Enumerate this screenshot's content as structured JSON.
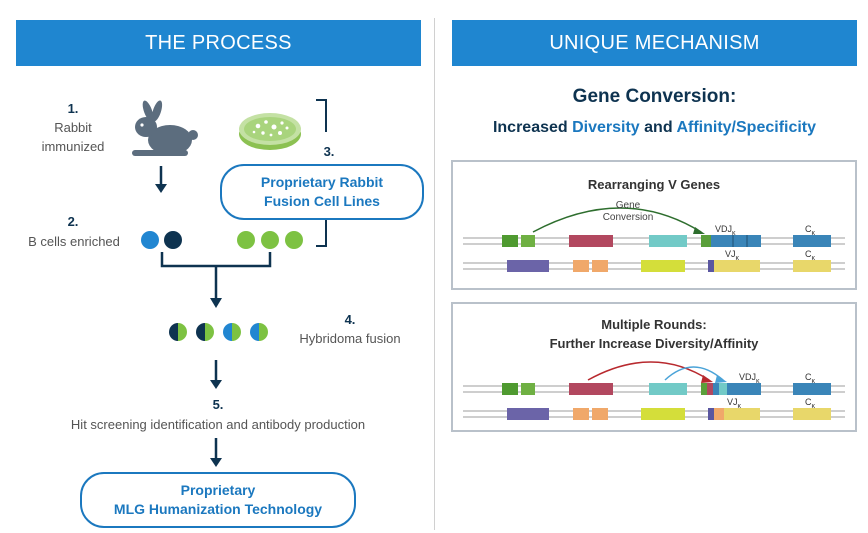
{
  "left": {
    "banner": "THE PROCESS",
    "step1": {
      "num": "1.",
      "text_line1": "Rabbit",
      "text_line2": "immunized"
    },
    "step2": {
      "num": "2.",
      "text": "B cells enriched"
    },
    "step3": {
      "num": "3.",
      "pill_line1": "Proprietary Rabbit",
      "pill_line2": "Fusion Cell Lines"
    },
    "step4": {
      "num": "4.",
      "text": "Hybridoma fusion"
    },
    "step5": {
      "num": "5.",
      "text": "Hit screening identification and antibody production"
    },
    "final_pill": {
      "line1": "Proprietary",
      "line2": "MLG Humanization Technology"
    }
  },
  "right": {
    "banner": "UNIQUE MECHANISM",
    "heading": "Gene Conversion:",
    "subheading": {
      "part1": "Increased ",
      "diversity": "Diversity",
      "part2": " and ",
      "affinity": "Affinity/Specificity"
    },
    "panel1": {
      "title": "Rearranging V Genes",
      "annotation_line1": "Gene",
      "annotation_line2": "Conversion",
      "vdj_label": "VDJ",
      "vdj_sub": "κ",
      "vj_label": "VJ",
      "vj_sub": "κ",
      "c_label_top": "C",
      "c_sub_top": "κ",
      "c_label_bottom": "C",
      "c_sub_bottom": "κ"
    },
    "panel2": {
      "title_line1": "Multiple Rounds:",
      "title_line2": "Further Increase Diversity/Affinity",
      "vdj_label": "VDJ",
      "vdj_sub": "κ",
      "vj_label": "VJ",
      "vj_sub": "κ",
      "c_label_top": "C",
      "c_sub_top": "κ",
      "c_label_bottom": "C",
      "c_sub_bottom": "κ"
    }
  },
  "colors": {
    "banner_blue": "#1f86d0",
    "accent_blue": "#1b78bf",
    "dark_navy": "#0e3350",
    "green": "#7dc242",
    "cell_blue": "#2186d1"
  }
}
